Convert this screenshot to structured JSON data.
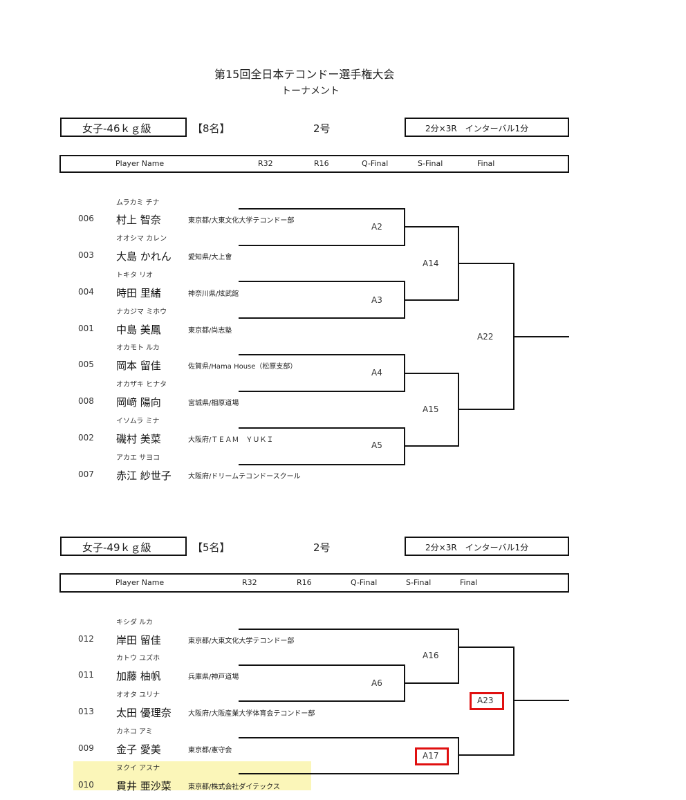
{
  "title": "第15回全日本テコンドー選手権大会",
  "subtitle": "トーナメント",
  "columns": [
    "Player Name",
    "R32",
    "R16",
    "Q-Final",
    "S-Final",
    "Final"
  ],
  "sections": [
    {
      "class_name": "女子-46ｋｇ級",
      "count": "【8名】",
      "court": "2号",
      "rule": "2分×3R　インターバル1分",
      "players": [
        {
          "kana": "ムラカミ チナ",
          "num": "006",
          "name": "村上 智奈",
          "aff": "東京都/大東文化大学テコンドー部"
        },
        {
          "kana": "オオシマ カレン",
          "num": "003",
          "name": "大島 かれん",
          "aff": "愛知県/大上會"
        },
        {
          "kana": "トキタ リオ",
          "num": "004",
          "name": "時田 里緒",
          "aff": "神奈川県/炫武館"
        },
        {
          "kana": "ナカジマ ミホウ",
          "num": "001",
          "name": "中島 美鳳",
          "aff": "東京都/尚志塾"
        },
        {
          "kana": "オカモト ルカ",
          "num": "005",
          "name": "岡本 留佳",
          "aff": "佐賀県/Hama House（松原支部）"
        },
        {
          "kana": "オカザキ ヒナタ",
          "num": "008",
          "name": "岡﨑 陽向",
          "aff": "宮城県/相原道場"
        },
        {
          "kana": "イソムラ ミナ",
          "num": "002",
          "name": "磯村 美菜",
          "aff": "大阪府/ＴＥＡＭ　ＹＵＫＩ"
        },
        {
          "kana": "アカエ サヨコ",
          "num": "007",
          "name": "赤江 紗世子",
          "aff": "大阪府/ドリームテコンドースクール"
        }
      ],
      "matches": [
        "A2",
        "A3",
        "A4",
        "A5",
        "A14",
        "A15",
        "A22"
      ]
    },
    {
      "class_name": "女子-49ｋｇ級",
      "count": "【5名】",
      "court": "2号",
      "rule": "2分×3R　インターバル1分",
      "players": [
        {
          "kana": "キシダ ルカ",
          "num": "012",
          "name": "岸田 留佳",
          "aff": "東京都/大東文化大学テコンドー部"
        },
        {
          "kana": "カトウ ユズホ",
          "num": "011",
          "name": "加藤 柚帆",
          "aff": "兵庫県/神戸道場"
        },
        {
          "kana": "オオタ ユリナ",
          "num": "013",
          "name": "太田 優理奈",
          "aff": "大阪府/大阪産業大学体育会テコンドー部"
        },
        {
          "kana": "カネコ アミ",
          "num": "009",
          "name": "金子 愛美",
          "aff": "東京都/憲守会"
        },
        {
          "kana": "ヌクイ アスナ",
          "num": "010",
          "name": "貫井 亜沙菜",
          "aff": "東京都/株式会社ダイテックス"
        }
      ],
      "matches": [
        "A16",
        "A6",
        "A23",
        "A17"
      ]
    }
  ]
}
